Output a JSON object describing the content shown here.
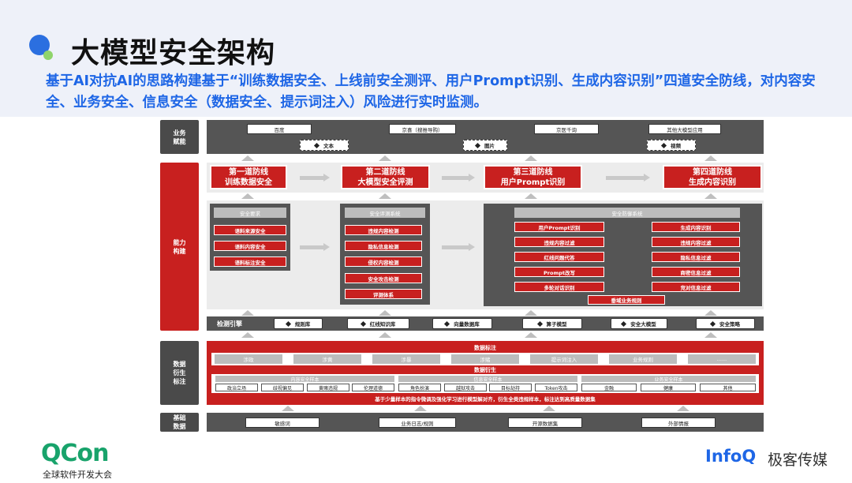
{
  "title": "大模型安全架构",
  "subtitle": "基于AI对抗AI的思路构建基于“训练数据安全、上线前安全测评、用户Prompt识别、生成内容识别”四道安全防线，对内容安全、业务安全、信息安全（数据安全、提示词注入）风险进行实时监测。",
  "left_labels": {
    "business": "业务\n赋能",
    "capability": "能力\n构建",
    "data": "数据\n衍生\n标注",
    "base": "基础\n数据"
  },
  "business": {
    "apps": [
      "百度",
      "京喜（搜推导购）",
      "京医千询",
      "其他大模型应用"
    ],
    "modes": [
      "文本",
      "图片",
      "视频"
    ]
  },
  "defense_lines": [
    {
      "l1": "第一道防线",
      "l2": "训练数据安全"
    },
    {
      "l1": "第二道防线",
      "l2": "大模型安全评测"
    },
    {
      "l1": "第三道防线",
      "l2": "用户Prompt识别"
    },
    {
      "l1": "第四道防线",
      "l2": "生成内容识别"
    }
  ],
  "security_req": {
    "title": "安全要求",
    "items": [
      "语料来源安全",
      "语料内容安全",
      "语料标注安全"
    ]
  },
  "eval_system": {
    "title": "安全评测系统",
    "items": [
      "违规内容检测",
      "隐私信息检测",
      "侵权内容检测",
      "安全攻击检测",
      "评测体系"
    ]
  },
  "defense_system": {
    "title": "安全防御系统",
    "left": [
      "用户Prompt识别",
      "违规内容过滤",
      "红线问题代答",
      "Prompt改写",
      "多轮对话识别"
    ],
    "right": [
      "生成内容识别",
      "违规内容过滤",
      "隐私信息过滤",
      "商密信息过滤",
      "竞对信息过滤"
    ],
    "bottom": "垂域业务规则"
  },
  "engine": {
    "label": "检测引擎",
    "items": [
      "规则库",
      "红线知识库",
      "向量数据库",
      "算子模型",
      "安全大模型",
      "安全策略"
    ]
  },
  "data_label": {
    "title": "数据标注",
    "items": [
      "涉政",
      "涉黄",
      "涉暴",
      "涉赌",
      "提示词注入",
      "业务规则",
      "......"
    ]
  },
  "data_derive": {
    "title": "数据衍生",
    "groups": [
      {
        "title": "内容安全样本",
        "items": [
          "政治立场",
          "歧视偏见",
          "黄赌违规",
          "伦理道德"
        ]
      },
      {
        "title": "信息安全样本",
        "items": [
          "角色扮演",
          "越狱攻击",
          "目标劫持",
          "Token攻击"
        ]
      },
      {
        "title": "业务安全样本",
        "items": [
          "金融",
          "健康",
          "其他"
        ]
      }
    ],
    "footer": "基于少量样本的指令微调及强化学习进行模型解对齐，衍生全类违规样本，标注达到高质量数据集"
  },
  "base_data": [
    "敏感词",
    "业务日志/规则",
    "开源数据集",
    "外部情报"
  ],
  "footer": {
    "qcon": "QCon",
    "qcon_sub": "全球软件开发大会",
    "infoq": "InfoQ",
    "infoq_cn": "极客传媒"
  },
  "colors": {
    "accent_red": "#c8201f",
    "blue": "#1e66e6",
    "green": "#18a36b"
  }
}
